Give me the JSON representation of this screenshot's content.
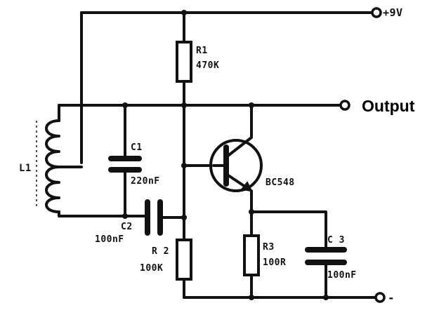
{
  "supply_label": "+9V",
  "output_label": "Output",
  "ground_label": "-",
  "components": {
    "r1": {
      "ref": "R1",
      "value": "470K"
    },
    "r2": {
      "ref": "R 2",
      "value": "100K"
    },
    "r3": {
      "ref": "R3",
      "value": "100R"
    },
    "c1": {
      "ref": "C1",
      "value": "220nF"
    },
    "c2": {
      "ref": "C2",
      "value": "100nF"
    },
    "c3": {
      "ref": "C 3",
      "value": "100nF"
    },
    "l1": {
      "ref": "L1"
    },
    "q1": {
      "type": "BC548"
    }
  }
}
